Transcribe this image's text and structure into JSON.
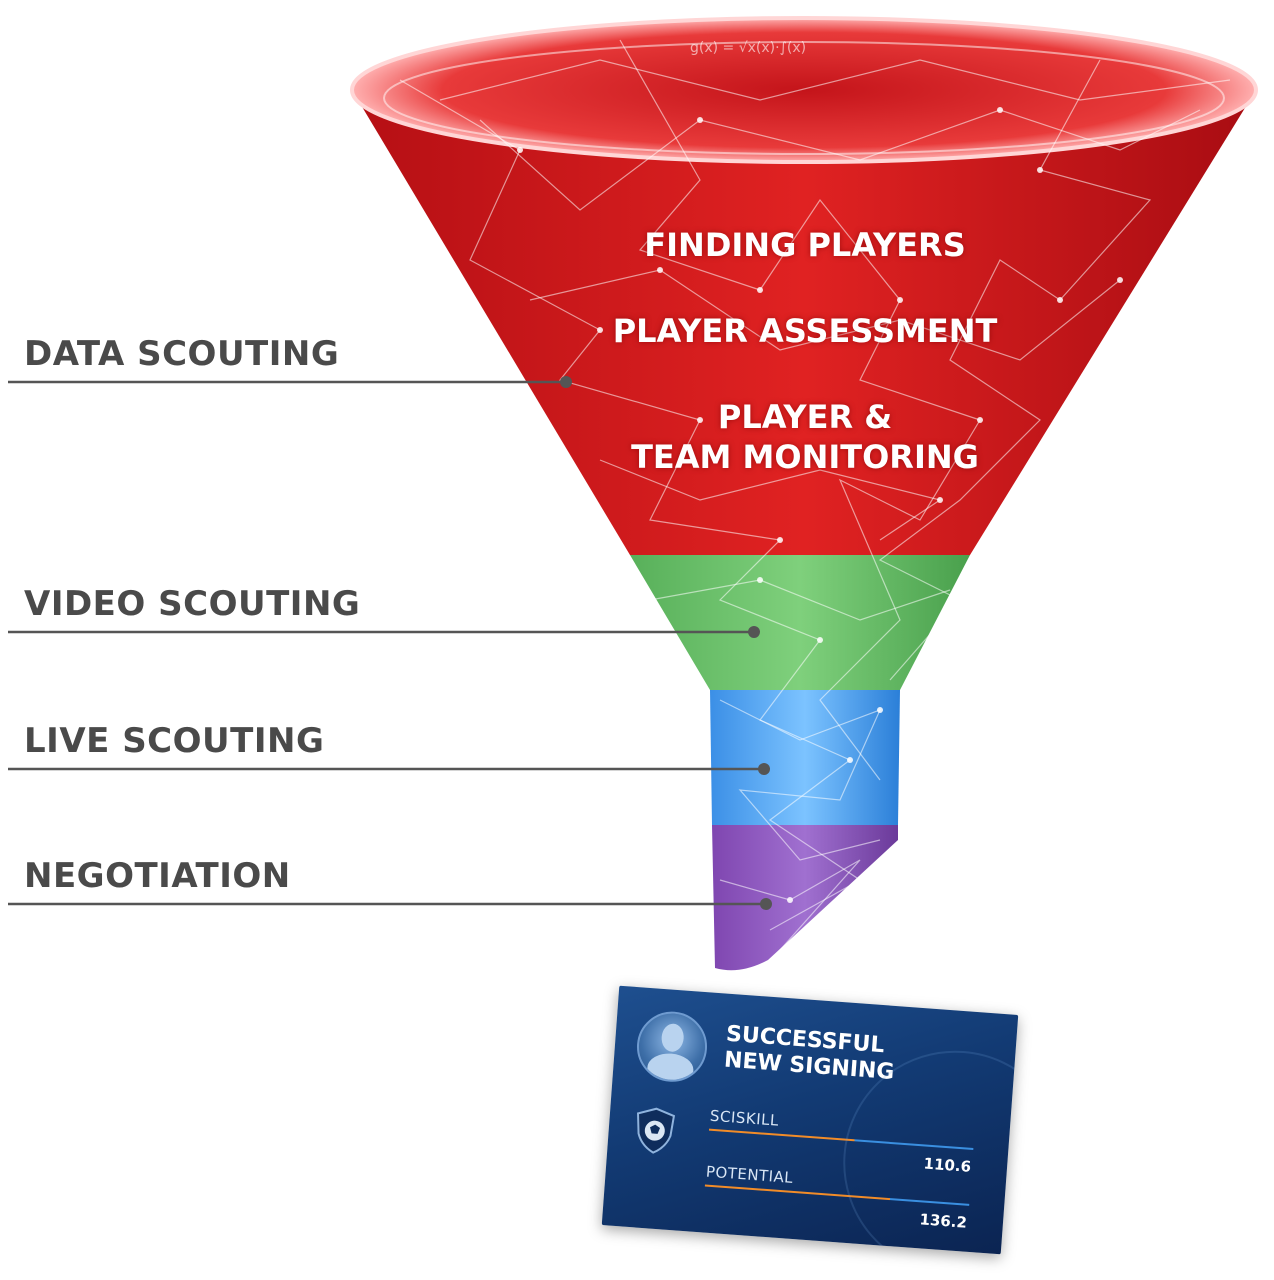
{
  "funnel": {
    "stages": [
      {
        "label": "DATA SCOUTING",
        "color": "#d61e1e"
      },
      {
        "label": "VIDEO SCOUTING",
        "color": "#4caf50"
      },
      {
        "label": "LIVE SCOUTING",
        "color": "#2196f3"
      },
      {
        "label": "NEGOTIATION",
        "color": "#7b3fa6"
      }
    ],
    "activities": [
      "FINDING PLAYERS",
      "PLAYER ASSESSMENT",
      "PLAYER &",
      "TEAM MONITORING"
    ],
    "formula": "g(x) = √x(x)·∫(x)"
  },
  "card": {
    "title_line1": "SUCCESSFUL",
    "title_line2": "NEW SIGNING",
    "stats": [
      {
        "label": "SCISKILL",
        "value": "110.6",
        "fraction": 0.55
      },
      {
        "label": "POTENTIAL",
        "value": "136.2",
        "fraction": 0.7
      }
    ],
    "accent_orange": "#f28c28",
    "accent_blue": "#3a8fe0",
    "icons": [
      "user-avatar-icon",
      "shield-ball-icon"
    ]
  }
}
